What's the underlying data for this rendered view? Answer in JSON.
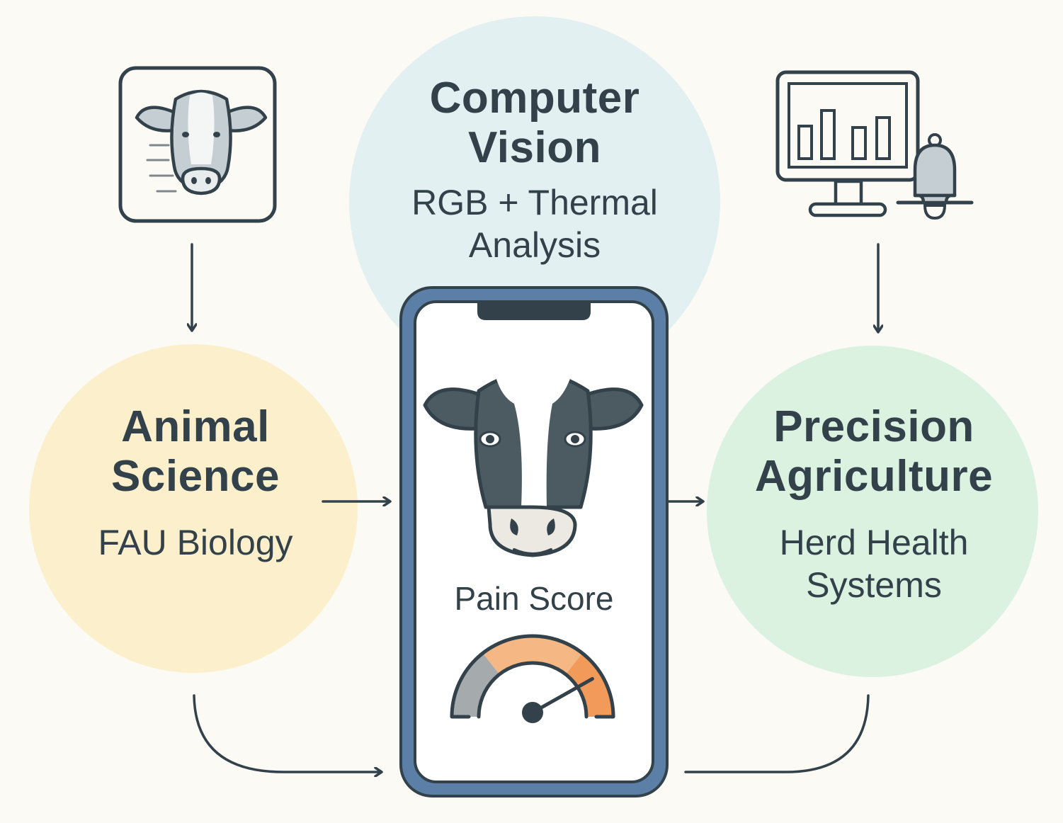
{
  "nodes": {
    "computer_vision": {
      "title_line1": "Computer",
      "title_line2": "Vision",
      "subtitle_line1": "RGB + Thermal",
      "subtitle_line2": "Analysis"
    },
    "animal_science": {
      "title_line1": "Animal",
      "title_line2": "Science",
      "subtitle": "FAU Biology"
    },
    "precision_agriculture": {
      "title_line1": "Precision",
      "title_line2": "Agriculture",
      "subtitle_line1": "Herd Health",
      "subtitle_line2": "Systems"
    }
  },
  "phone": {
    "gauge_label": "Pain Score",
    "gauge_value": 0.82
  },
  "icons": {
    "top_left": "cow-face-icon",
    "top_right": "monitor-chart-alert-icon",
    "phone_face": "cow-face-icon",
    "phone_gauge": "pain-gauge-icon"
  },
  "colors": {
    "ink": "#33424a",
    "vision_circle": "#e2f0f2",
    "animal_circle": "#fcf0cc",
    "agri_circle": "#dcf2e0",
    "phone_frame": "#5b7fa6",
    "gauge_gray": "#a5aaad",
    "gauge_light_orange": "#f5b884",
    "gauge_orange": "#f29a5a"
  }
}
